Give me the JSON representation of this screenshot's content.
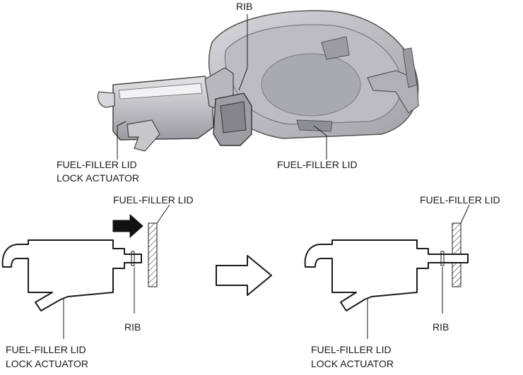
{
  "labels": {
    "top_rib": "RIB",
    "top_actuator_line1": "FUEL-FILLER LID",
    "top_actuator_line2": "LOCK ACTUATOR",
    "top_lid": "FUEL-FILLER LID",
    "left_lid": "FUEL-FILLER LID",
    "left_rib": "RIB",
    "left_actuator_line1": "FUEL-FILLER LID",
    "left_actuator_line2": "LOCK ACTUATOR",
    "right_lid": "FUEL-FILLER LID",
    "right_rib": "RIB",
    "right_actuator_line1": "FUEL-FILLER LID",
    "right_actuator_line2": "LOCK ACTUATOR"
  }
}
